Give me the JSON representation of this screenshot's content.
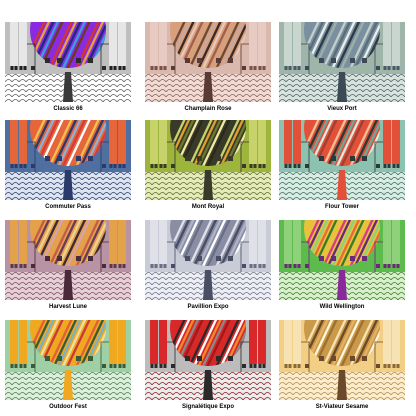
{
  "palettes": [
    {
      "name": "Classic 66",
      "bg": "#bfbfbf",
      "pillar": "#e6e6e6",
      "stripe": "#222222",
      "accent": "#2b2b2b",
      "tile": "#ffffff",
      "tileLine": "#5a5a5a",
      "tower": "#3a3a3a",
      "disc": [
        "#8a2be2",
        "#d4342b",
        "#e6a23c",
        "#1f2a7a",
        "#3aa0d8",
        "#6b3a1a"
      ]
    },
    {
      "name": "Champlain Rose",
      "bg": "#d9b8ad",
      "pillar": "#e7cbc2",
      "stripe": "#7a5048",
      "accent": "#5a3a34",
      "tile": "#f0dcd4",
      "tileLine": "#8b5d54",
      "tower": "#5a3a34",
      "disc": [
        "#d8a07a",
        "#6b4a3a",
        "#caa8a0",
        "#3a2a28",
        "#e8c8b8",
        "#a06050"
      ]
    },
    {
      "name": "Vieux Port",
      "bg": "#9fb5a9",
      "pillar": "#c8d6cf",
      "stripe": "#4a5a66",
      "accent": "#3c4a55",
      "tile": "#d8e3de",
      "tileLine": "#4a5e66",
      "tower": "#3c4a55",
      "disc": [
        "#7a8fa0",
        "#c2d0c8",
        "#5a6e7a",
        "#e8efe9",
        "#2e3b44",
        "#9cb0a8"
      ]
    },
    {
      "name": "Commuter Pass",
      "bg": "#4f6fa0",
      "pillar": "#e4663a",
      "stripe": "#2a3a6a",
      "accent": "#2a3a6a",
      "tile": "#dbe4f0",
      "tileLine": "#2a3a6a",
      "tower": "#2a3a6a",
      "disc": [
        "#e4663a",
        "#f0c050",
        "#2a3a6a",
        "#8fb0d8",
        "#d83a3a",
        "#ffffff"
      ]
    },
    {
      "name": "Mont Royal",
      "bg": "#9db43d",
      "pillar": "#c7d36a",
      "stripe": "#3a3a2a",
      "accent": "#3a3a2a",
      "tile": "#e4eab8",
      "tileLine": "#5a6a2a",
      "tower": "#3a3a2a",
      "disc": [
        "#3a3a2a",
        "#c7d36a",
        "#e0a030",
        "#6a7a2a",
        "#f0e8a0",
        "#2a2a1a"
      ]
    },
    {
      "name": "Flour Tower",
      "bg": "#8ec2b0",
      "pillar": "#e2503a",
      "stripe": "#2a3a3a",
      "accent": "#2a3a3a",
      "tile": "#d8ece4",
      "tileLine": "#3a6a5a",
      "tower": "#e2503a",
      "disc": [
        "#e2503a",
        "#f0c090",
        "#2a3a3a",
        "#6aa898",
        "#d8ece4",
        "#a04030"
      ]
    },
    {
      "name": "Harvest Lune",
      "bg": "#b893a3",
      "pillar": "#e3a24a",
      "stripe": "#5a3a4a",
      "accent": "#4a2a3a",
      "tile": "#e6d0d8",
      "tileLine": "#7a4a5a",
      "tower": "#4a2a3a",
      "disc": [
        "#e3a24a",
        "#c85a4a",
        "#6a3a5a",
        "#f0d090",
        "#3a2a3a",
        "#d8a0b0"
      ]
    },
    {
      "name": "Pavillion Expo",
      "bg": "#c9cbd6",
      "pillar": "#dfe0e8",
      "stripe": "#6a6e84",
      "accent": "#4a4e64",
      "tile": "#eceef4",
      "tileLine": "#6a6e84",
      "tower": "#4a4e64",
      "disc": [
        "#8a8ea4",
        "#dfe0e8",
        "#4a4e64",
        "#b0b4c8",
        "#ffffff",
        "#6a6e84"
      ]
    },
    {
      "name": "Wild Wellington",
      "bg": "#5dbb4e",
      "pillar": "#8fd17a",
      "stripe": "#6a2a7a",
      "accent": "#6a2a7a",
      "tile": "#d8efcc",
      "tileLine": "#3a7a2a",
      "tower": "#8a2a9a",
      "disc": [
        "#e8c23a",
        "#d83a8a",
        "#6a2a7a",
        "#8fd17a",
        "#e86a3a",
        "#3a7a2a"
      ]
    },
    {
      "name": "Outdoor Fest",
      "bg": "#9fcfa4",
      "pillar": "#f0a820",
      "stripe": "#3a5a3a",
      "accent": "#3a5a3a",
      "tile": "#dcefdc",
      "tileLine": "#4a7a4a",
      "tower": "#f0a820",
      "disc": [
        "#f0a820",
        "#e0603a",
        "#3a5a3a",
        "#7ab0c8",
        "#f0e0a0",
        "#c83a3a"
      ]
    },
    {
      "name": "Signalétique Expo",
      "bg": "#bcbcbc",
      "pillar": "#d8282a",
      "stripe": "#2a2a2a",
      "accent": "#2a2a2a",
      "tile": "#ececec",
      "tileLine": "#8a1a1a",
      "tower": "#2a2a2a",
      "disc": [
        "#d8282a",
        "#2a2a2a",
        "#ffffff",
        "#f08a2a",
        "#8a8a8a",
        "#a01a1a"
      ]
    },
    {
      "name": "St-Viateur Sesame",
      "bg": "#f3cf85",
      "pillar": "#f7e2b4",
      "stripe": "#8a6a3a",
      "accent": "#6a4a2a",
      "tile": "#fbeccd",
      "tileLine": "#b08a4a",
      "tower": "#6a4a2a",
      "disc": [
        "#c89a4a",
        "#f7e2b4",
        "#6a4a2a",
        "#e8b060",
        "#fff6e0",
        "#a07030"
      ]
    }
  ]
}
